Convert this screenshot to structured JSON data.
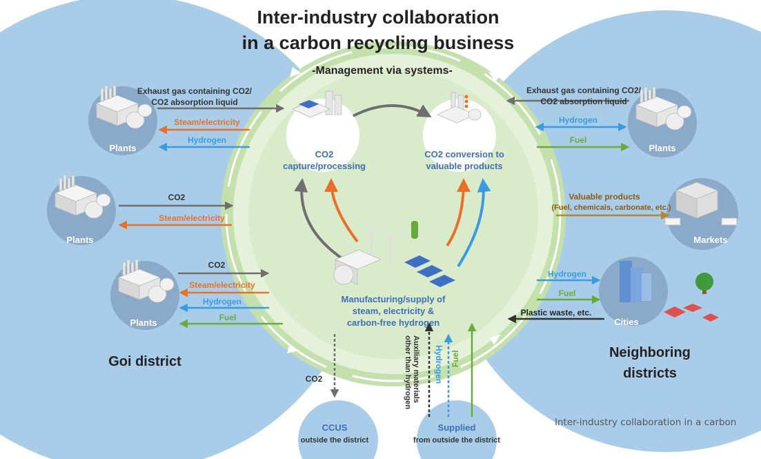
{
  "title": {
    "line1": "Inter-industry collaboration",
    "line2": "in a carbon recycling business"
  },
  "subtitle": "-Management via systems-",
  "hubs": {
    "capture": [
      "CO2",
      "capture/processing"
    ],
    "conversion": [
      "CO2 conversion to",
      "valuable products"
    ],
    "supply": [
      "Manufacturing/supply of",
      "steam, electricity &",
      "carbon-free hydrogen"
    ]
  },
  "regions": {
    "goi": "Goi district",
    "neighboring": [
      "Neighboring",
      "districts"
    ]
  },
  "nodes": {
    "plants": "Plants",
    "markets": "Markets",
    "cities": "Cities",
    "ccus": [
      "CCUS",
      "outside the district"
    ],
    "supplied": [
      "Supplied",
      "from outside the district"
    ]
  },
  "flows": {
    "exhaust": [
      "Exhaust gas containing CO2/",
      "CO2 absorption liquid"
    ],
    "steam": "Steam/electricity",
    "hydrogen": "Hydrogen",
    "co2": "CO2",
    "fuel": "Fuel",
    "valuable_products": [
      "Valuable products",
      "(Fuel, chemicals, carbonate, etc.)"
    ],
    "plastic_waste": "Plastic waste, etc.",
    "auxiliary": [
      "Auxiliary materials",
      "other than hydrogen"
    ]
  },
  "colors": {
    "region_blue": "#a9cde8",
    "center_green": "#d9ebcb",
    "ring_green": "#c4e0ac",
    "hub_text": "#3f6fb4",
    "steam_orange": "#e8702a",
    "hydrogen_blue": "#3b9be0",
    "fuel_green": "#6aa93b",
    "co2_grey": "#6e6e6e",
    "products_brown": "#b5872e"
  },
  "caption": "Inter-industry collaboration in a carbon"
}
